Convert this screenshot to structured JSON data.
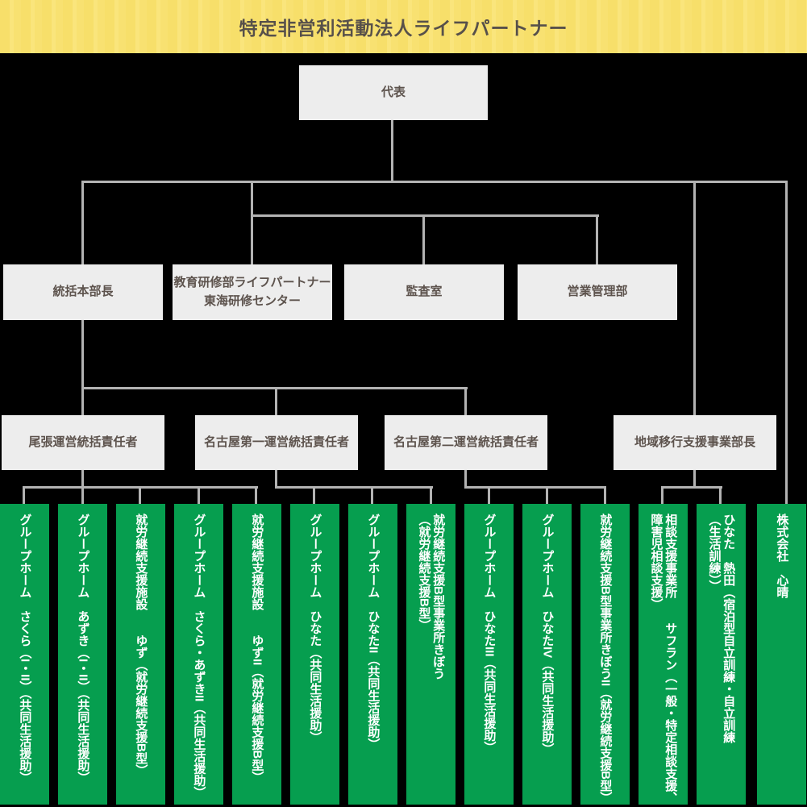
{
  "title": "特定非営利活動法人ライフパートナー",
  "colors": {
    "page_bg": "#000000",
    "banner_bg": "#f8e170",
    "banner_text": "#57504a",
    "node_bg": "#ededed",
    "node_text": "#5d534d",
    "connector": "#b3b3b3",
    "facility_bg": "#069e4f",
    "facility_text": "#ffffff"
  },
  "nodes": {
    "ceo": {
      "label": "代表"
    },
    "level2": [
      {
        "label": "統括本部長"
      },
      {
        "label": "教育研修部ライフパートナー\n東海研修センター"
      },
      {
        "label": "監査室"
      },
      {
        "label": "営業管理部"
      }
    ],
    "level3": [
      {
        "label": "尾張運営統括責任者"
      },
      {
        "label": "名古屋第一運営統括責任者"
      },
      {
        "label": "名古屋第二運営統括責任者"
      },
      {
        "label": "地域移行支援事業部長"
      }
    ]
  },
  "facilities": [
    {
      "name": "グループホーム　さくら（I・II）（共同生活援助）"
    },
    {
      "name": "グループホーム　あずき（I・II）（共同生活援助）"
    },
    {
      "name": "就労継続支援施設　　ゆず（就労継続支援B型）"
    },
    {
      "name": "グループホーム　さくら・あずきII（共同生活援助）"
    },
    {
      "name": "就労継続支援施設　　ゆずII（就労継続支援B型）"
    },
    {
      "name": "グループホーム　ひなた（共同生活援助）"
    },
    {
      "name": "グループホーム　ひなたII（共同生活援助）"
    },
    {
      "name": "就労継続支援B型事業所きぼう\n（就労継続支援B型）"
    },
    {
      "name": "グループホーム　ひなたIII（共同生活援助）"
    },
    {
      "name": "グループホーム　ひなたIV（共同生活援助）"
    },
    {
      "name": "就労継続支援B型事業所きぼうII（就労継続支援B型）"
    },
    {
      "name": "相談支援事業所　　サフラン（一般・特定相談支援、\n障害児相談支援）"
    },
    {
      "name": "ひなた　熱田（宿泊型自立訓練・自立訓練\n（生活訓練））"
    },
    {
      "name": "株式会社　心晴"
    }
  ]
}
